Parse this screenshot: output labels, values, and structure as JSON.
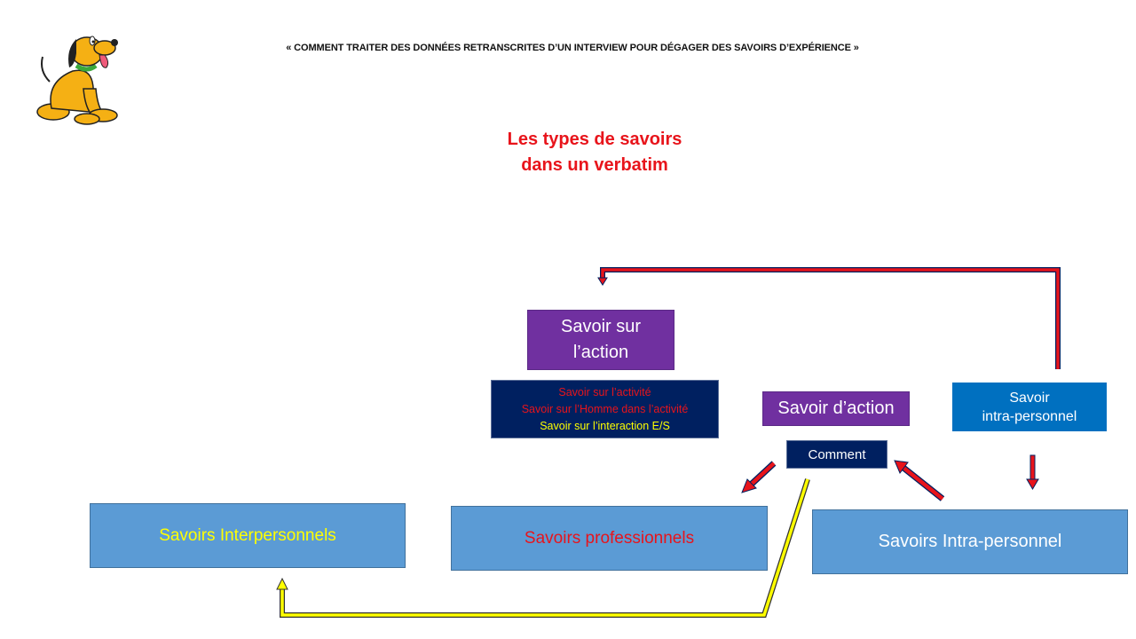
{
  "header": {
    "title": "« COMMENT TRAITER DES DONNÉES RETRANSCRITES D’UN INTERVIEW POUR DÉGAGER DES SAVOIRS D’EXPÉRIENCE »"
  },
  "main_title": {
    "line1": "Les types de savoirs",
    "line2": "dans un verbatim"
  },
  "boxes": {
    "savoir_sur_action": {
      "line1": "Savoir sur",
      "line2": "l’action"
    },
    "sub_list": {
      "item1": "Savoir sur l’activité",
      "item2": "Savoir sur l’Homme dans l’activité",
      "item3": "Savoir sur l’interaction E/S"
    },
    "savoir_action": "Savoir d’action",
    "comment": "Comment",
    "intra_small": {
      "line1": "Savoir",
      "line2": "intra-personnel"
    },
    "interpersonnels": "Savoirs Interpersonnels",
    "professionnels": "Savoirs professionnels",
    "intra_large": "Savoirs Intra-personnel"
  },
  "colors": {
    "red": "#e8141b",
    "yellow": "#ffff00",
    "purple": "#7030a0",
    "navy": "#002060",
    "blue_dark": "#0070c0",
    "blue_light": "#5b9bd5"
  },
  "icons": {
    "mascot": "pluto-dog-icon"
  }
}
